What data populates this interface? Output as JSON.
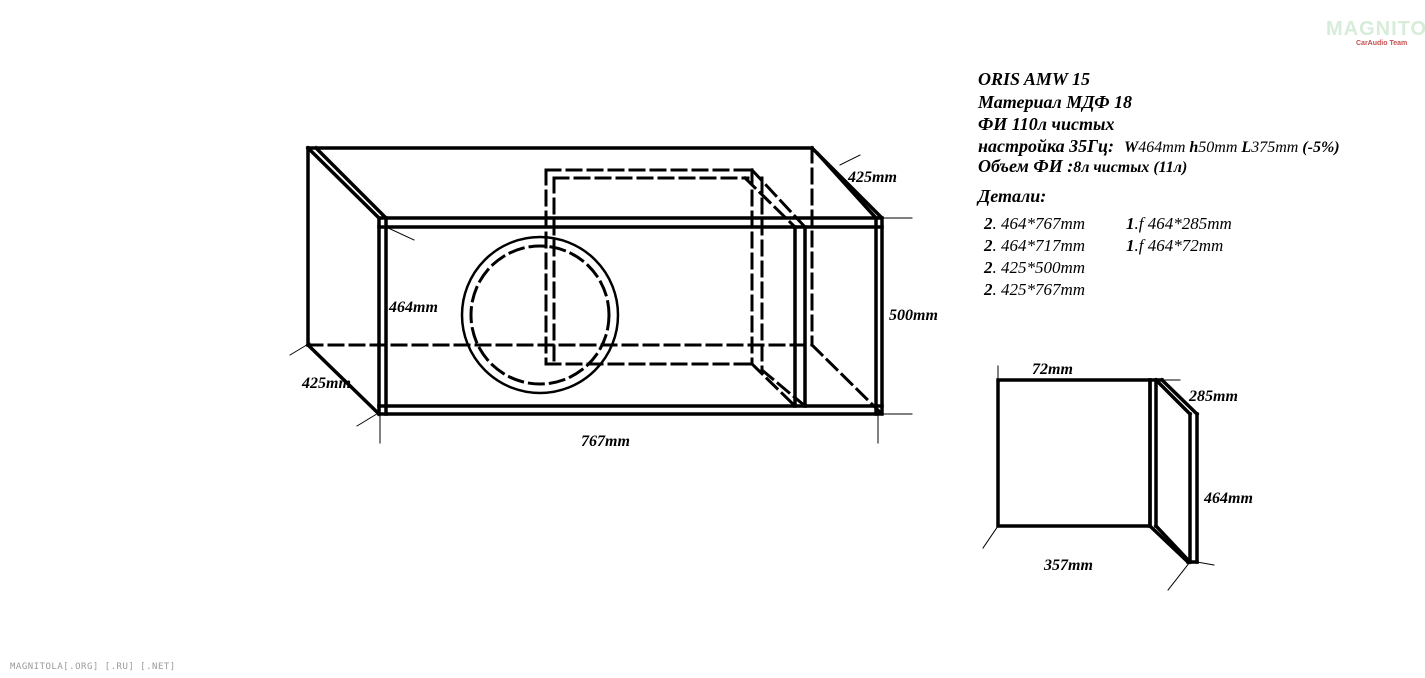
{
  "title": "ORIS AMW 15",
  "specs": {
    "material": "Материал МДФ 18",
    "port_volume_net": "ФИ 110л чистых",
    "tuning_label": "настройка 35Гц:",
    "tuning_w_letter": "W",
    "tuning_w_value": "464mm",
    "tuning_h_letter": "h",
    "tuning_h_value": "50mm",
    "tuning_l_letter": "L",
    "tuning_l_value": "375mm",
    "tuning_tolerance": "(-5%)",
    "port_volume_label": "Объем ФИ :",
    "port_volume_value": "8л чистых (11л)",
    "parts_heading": "Детали:"
  },
  "parts_left": [
    {
      "qty": "2",
      "size": ". 464*767mm"
    },
    {
      "qty": "2",
      "size": ". 464*717mm"
    },
    {
      "qty": "2",
      "size": ". 425*500mm"
    },
    {
      "qty": "2",
      "size": ". 425*767mm"
    }
  ],
  "parts_right": [
    {
      "qty": "1",
      "size": ".f 464*285mm"
    },
    {
      "qty": "1",
      "size": ".f 464*72mm"
    }
  ],
  "box_dimensions": {
    "depth_top": "425mm",
    "inner_height": "464mm",
    "outer_height": "500mm",
    "depth_bottom": "425mm",
    "length": "767mm"
  },
  "port_dimensions": {
    "width": "72mm",
    "depth": "285mm",
    "height": "464mm",
    "length": "357mm"
  },
  "logo": {
    "text": "MAGNITOLA",
    "subtext": "CarAudio Team"
  },
  "footer": "MAGNITOLA[.ORG] [.RU] [.NET]"
}
